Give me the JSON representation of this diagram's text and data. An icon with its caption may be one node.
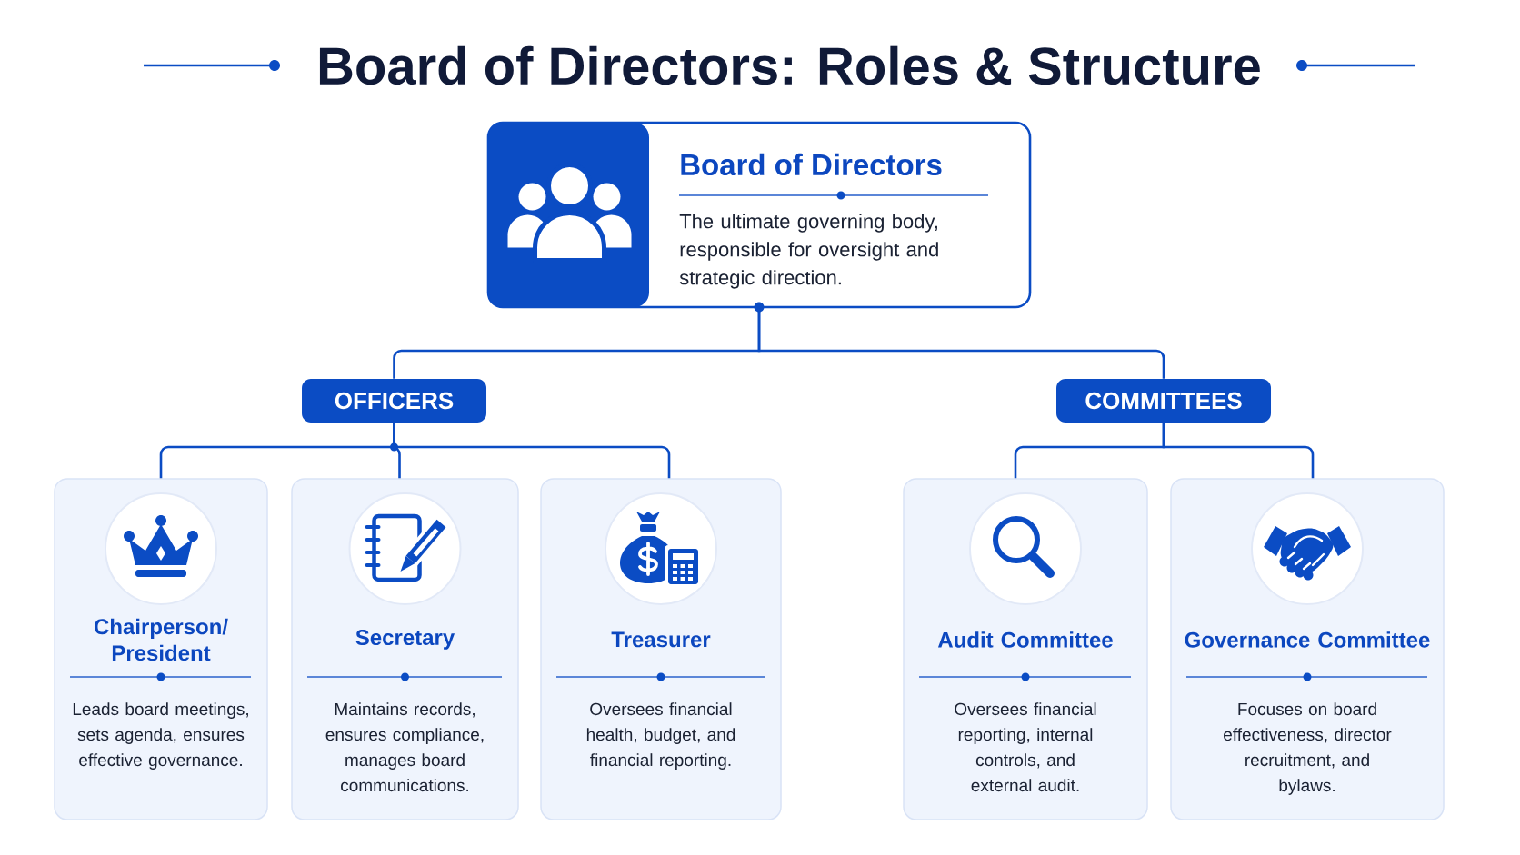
{
  "diagram": {
    "title": "Board of Directors: Roles & Structure",
    "nodes": [
      {
        "text": [
          "Board of Directors",
          "The ultimate governing body, responsible for oversight and strategic direction."
        ]
      },
      {
        "text": [
          "OFFICERS"
        ]
      },
      {
        "text": [
          "COMMITTEES"
        ]
      },
      {
        "text": [
          "Chairperson/ President",
          "Leads board meetings, sets agenda, ensures effective governance."
        ]
      },
      {
        "text": [
          "Secretary",
          "Maintains records, ensures compliance, manages board communications."
        ]
      },
      {
        "text": [
          "Treasurer",
          "Oversees financial health, budget, and financial reporting."
        ]
      },
      {
        "text": [
          "Audit Committee",
          "Oversees financial reporting, internal controls, and external audit."
        ]
      },
      {
        "text": [
          "Governance Committee",
          "Focuses on board effectiveness, director recruitment, and bylaws."
        ]
      }
    ],
    "edges": [
      {
        "from": 0,
        "to": 1,
        "arrow": "none"
      },
      {
        "from": 0,
        "to": 2,
        "arrow": "none"
      },
      {
        "from": 1,
        "to": 3,
        "arrow": "none"
      },
      {
        "from": 1,
        "to": 4,
        "arrow": "none"
      },
      {
        "from": 1,
        "to": 5,
        "arrow": "none"
      },
      {
        "from": 2,
        "to": 6,
        "arrow": "none"
      },
      {
        "from": 2,
        "to": 7,
        "arrow": "none"
      }
    ]
  }
}
